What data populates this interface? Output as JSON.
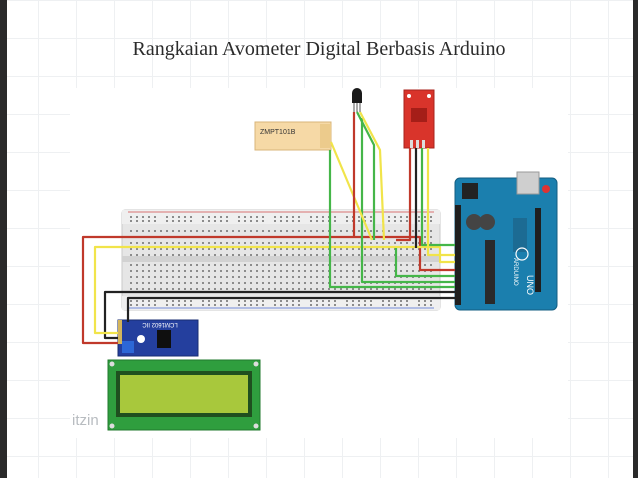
{
  "slide": {
    "title": "Rangkaian Avometer Digital Berbasis Arduino"
  },
  "components": {
    "zmpt_label": "ZMPT101B",
    "lcd_backpack_label": "LCM1602 IIC",
    "arduino_board_label": "UNO",
    "arduino_brand": "ARDUINO",
    "watermark": "itzin"
  },
  "colors": {
    "wire_red": "#c0392b",
    "wire_yellow": "#f1e44a",
    "wire_green": "#45b649",
    "wire_black": "#222222",
    "arduino": "#1b7fae",
    "lcd_screen": "#a8c83c",
    "lcd_board": "#2f9e3e",
    "sensor_red": "#d9342b",
    "zmpt_body": "#f6d9a6"
  }
}
